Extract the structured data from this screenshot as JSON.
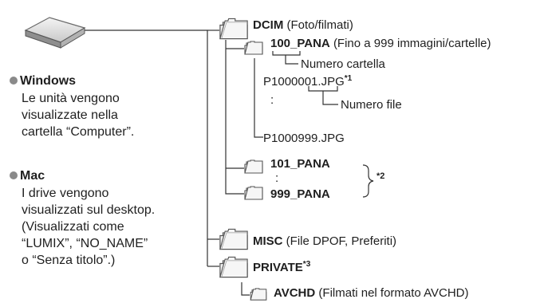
{
  "left": {
    "drive_icon": "removable-drive-icon",
    "windows": {
      "title": "Windows",
      "lines": [
        "Le unità vengono",
        "visualizzate nella",
        "cartella “Computer”."
      ]
    },
    "mac": {
      "title": "Mac",
      "lines": [
        "I drive vengono",
        "visualizzati sul desktop.",
        "(Visualizzati come",
        "“LUMIX”, “NO_NAME”",
        "o “Senza titolo”.)"
      ]
    }
  },
  "tree": {
    "dcim": {
      "name": "DCIM",
      "desc": "(Foto/filmati)"
    },
    "pana100": {
      "name": "100_PANA",
      "desc": "(Fino a 999 immagini/cartelle)"
    },
    "folder_number_label": "Numero cartella",
    "file1": {
      "name": "P1000001.JPG",
      "note": "*1"
    },
    "colon1": ":",
    "file_number_label": "Numero file",
    "file2": {
      "name": "P1000999.JPG"
    },
    "pana101": {
      "name": "101_PANA"
    },
    "colon2": ":",
    "pana999": {
      "name": "999_PANA"
    },
    "note2": "*2",
    "misc": {
      "name": "MISC",
      "desc": "(File DPOF, Preferiti)"
    },
    "private": {
      "name": "PRIVATE",
      "note": "*3"
    },
    "avchd": {
      "name": "AVCHD",
      "desc": "(Filmati nel formato AVCHD)"
    }
  },
  "colors": {
    "text": "#1f1f1f",
    "line": "#333333",
    "folder_fill": "#ececec",
    "folder_stroke": "#555555",
    "bullet": "#8a8a8a"
  }
}
